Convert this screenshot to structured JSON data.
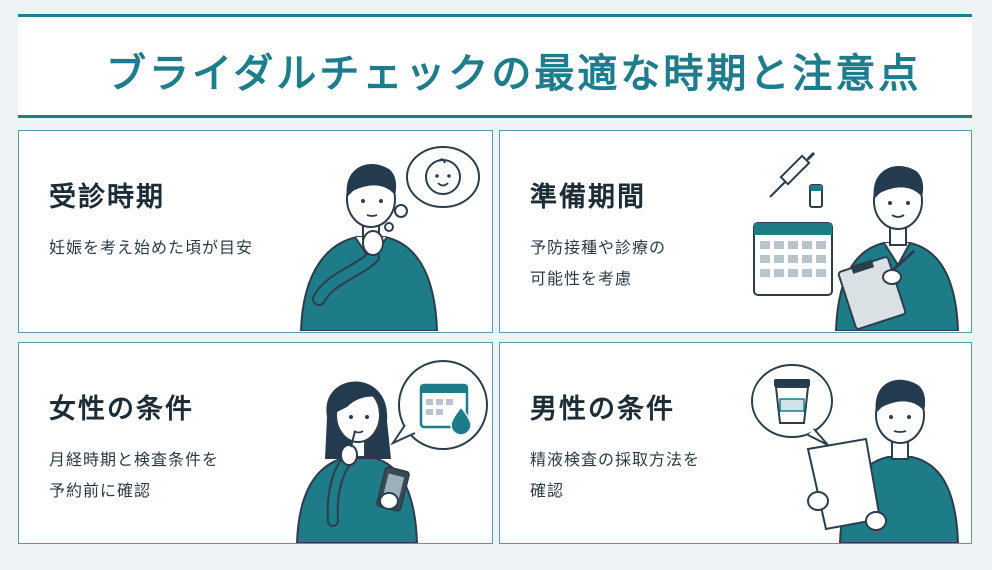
{
  "title": "ブライダルチェックの最適な時期と注意点",
  "colors": {
    "accent": "#1f7c8c",
    "border": "#5e98a6",
    "hair": "#243a4e",
    "sweater": "#1e7c88",
    "skin": "#ffffff"
  },
  "cards": [
    {
      "title": "受診時期",
      "desc": [
        "妊娠を考え始めた頃が目安"
      ],
      "icon": "thinking-man-baby-bubble-illustration"
    },
    {
      "title": "準備期間",
      "desc": [
        "予防接種や診療の",
        "可能性を考慮"
      ],
      "icon": "man-clipboard-calendar-syringe-illustration"
    },
    {
      "title": "女性の条件",
      "desc": [
        "月経時期と検査条件を",
        "予約前に確認"
      ],
      "icon": "woman-smartphone-calendar-drop-illustration"
    },
    {
      "title": "男性の条件",
      "desc": [
        "精液検査の採取方法を",
        "確認"
      ],
      "icon": "man-paper-specimen-cup-illustration"
    }
  ]
}
